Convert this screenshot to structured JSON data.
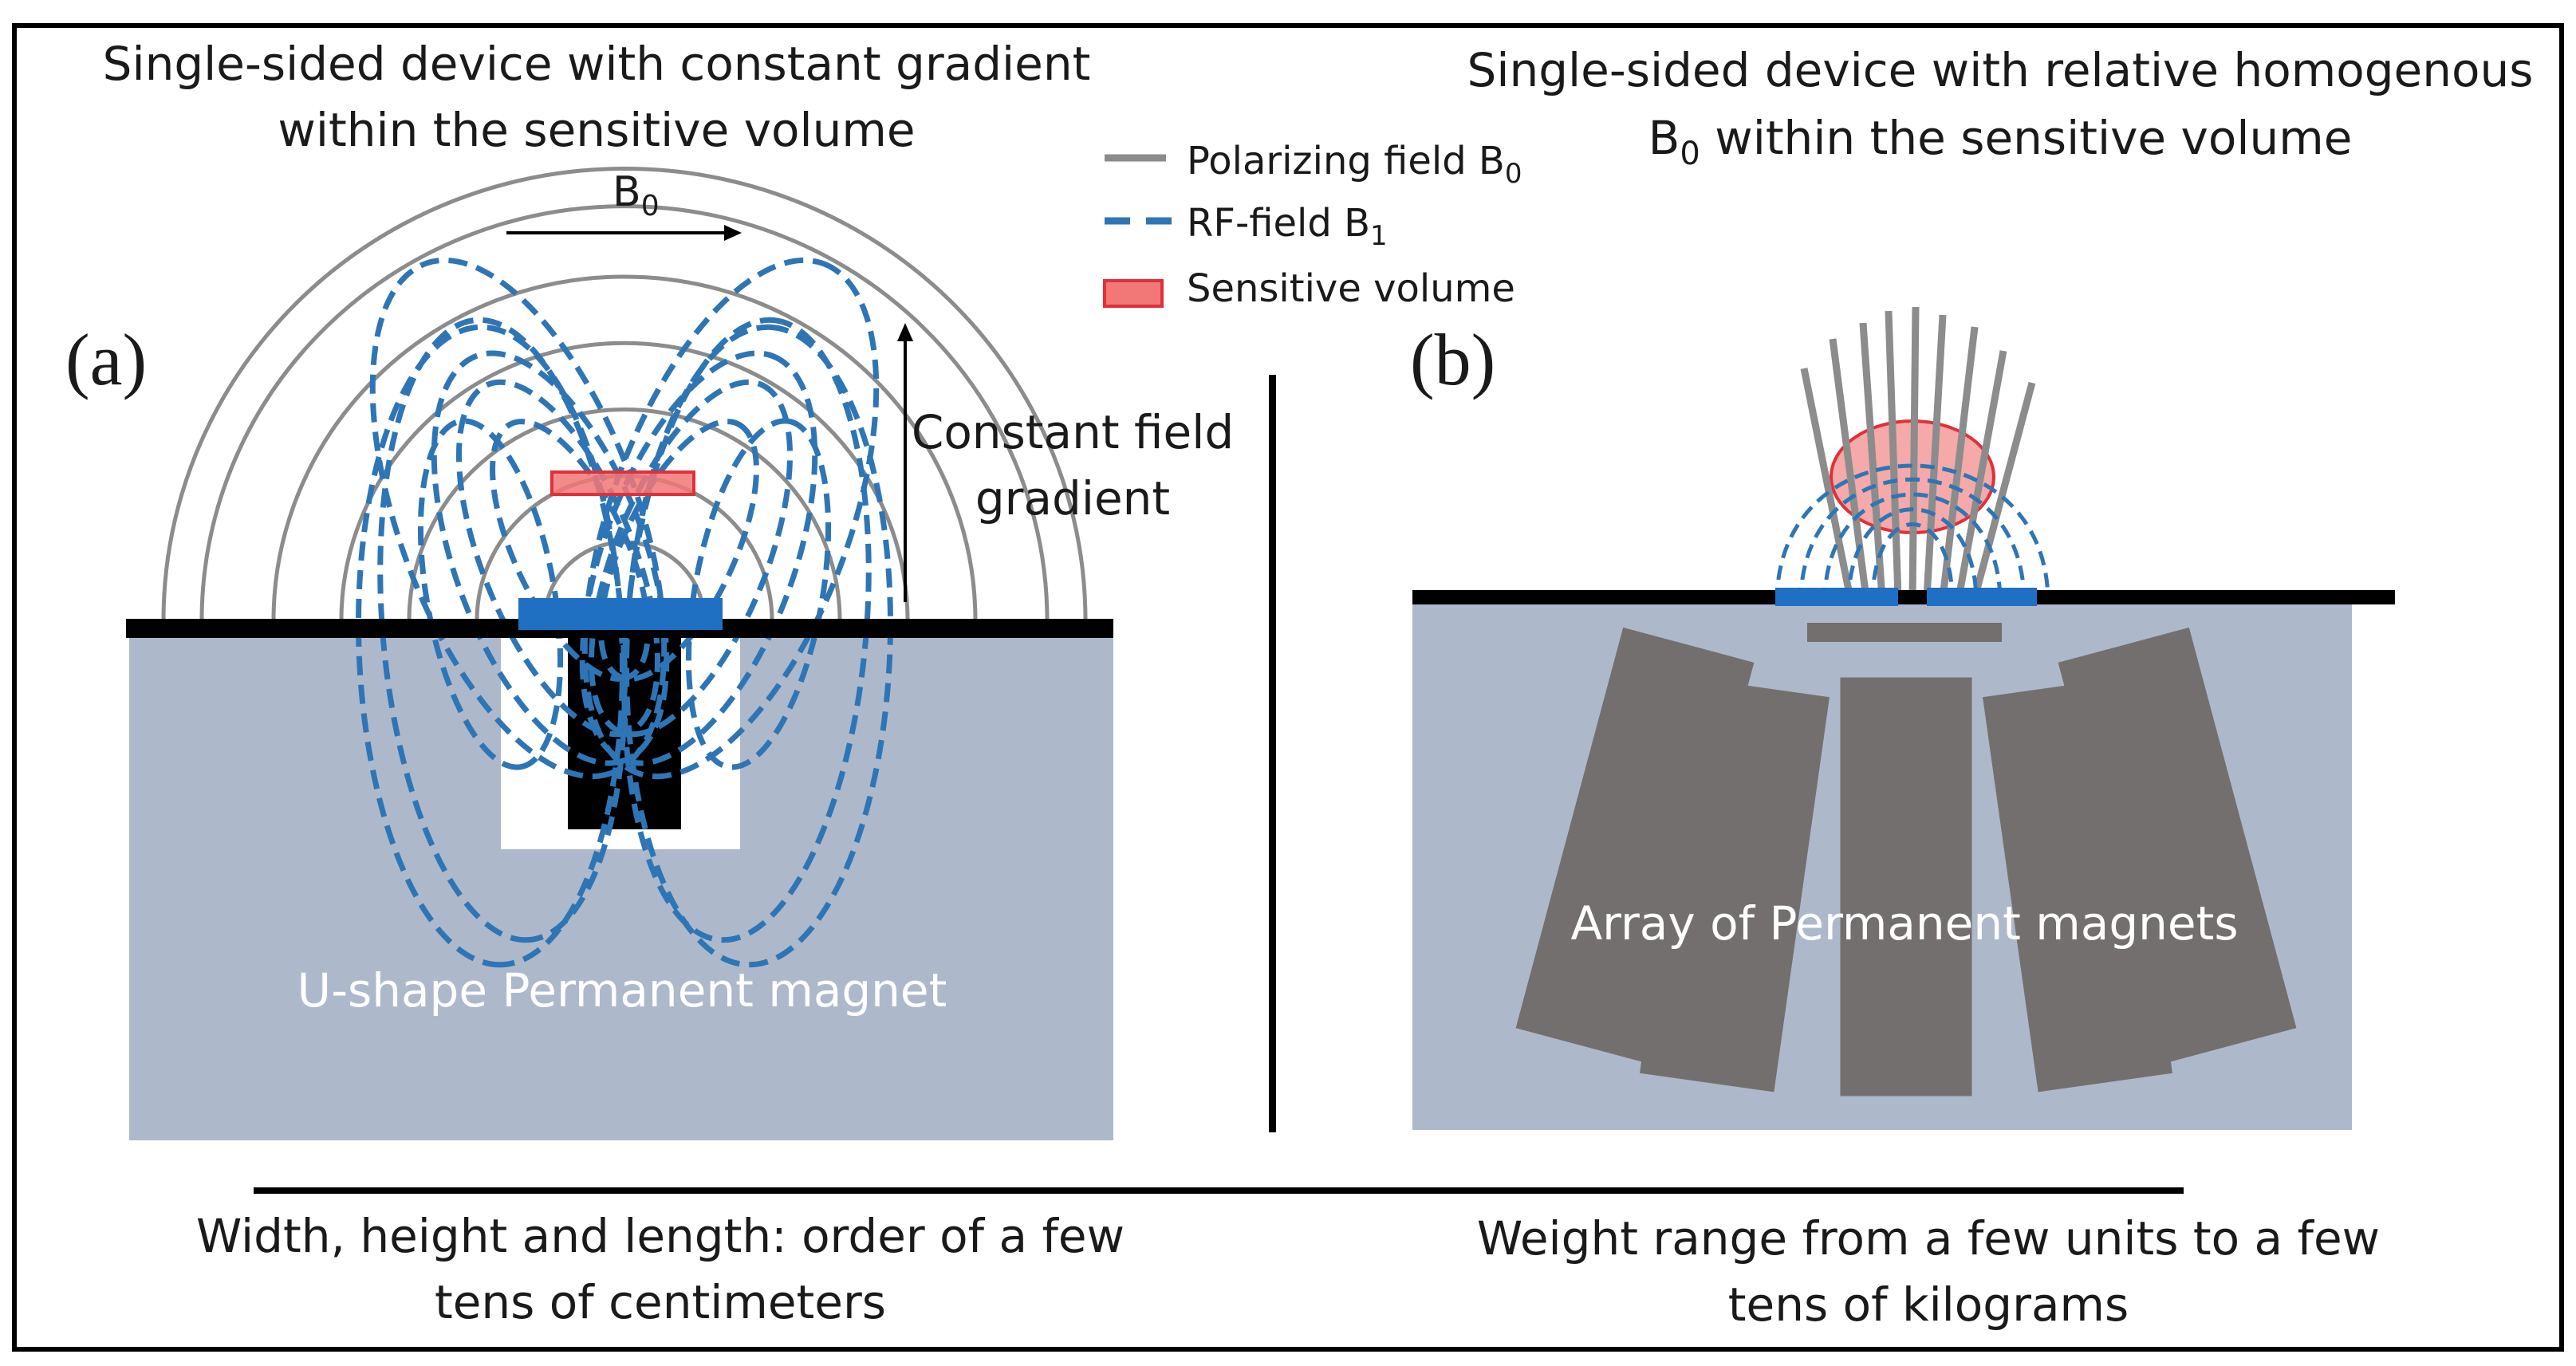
{
  "panel_a": {
    "label": "(a)",
    "title_line1": "Single-sided device with constant gradient",
    "title_line2": "within the sensitive volume",
    "b0_label": "B",
    "b0_sub": "0",
    "gradient_line1": "Constant field",
    "gradient_line2": "gradient",
    "magnet_label": "U-shape Permanent magnet",
    "footer_line1": "Width, height and length: order of a few",
    "footer_line2": "tens of centimeters"
  },
  "panel_b": {
    "label": "(b)",
    "title_line1": "Single-sided device with relative homogenous",
    "title_line2_b": "B",
    "title_line2_sub": "0",
    "title_line2_rest": " within the sensitive volume",
    "magnet_label": "Array of Permanent magnets",
    "footer_line1": "Weight range from a few units to a few",
    "footer_line2": "tens of kilograms"
  },
  "legend": {
    "polarizing_text": "Polarizing field B",
    "polarizing_sub": "0",
    "rf_text": "RF-field B",
    "rf_sub": "1",
    "sensitive_text": "Sensitive volume"
  },
  "colors": {
    "substrate": "#adb9cb",
    "b0_field": "#8c8c8c",
    "rf_field": "#2e75b6",
    "coil": "#1f6fc2",
    "sensitive_fill": "#f27777",
    "sensitive_stroke": "#e0303a",
    "magnet_array": "#736f6f"
  }
}
